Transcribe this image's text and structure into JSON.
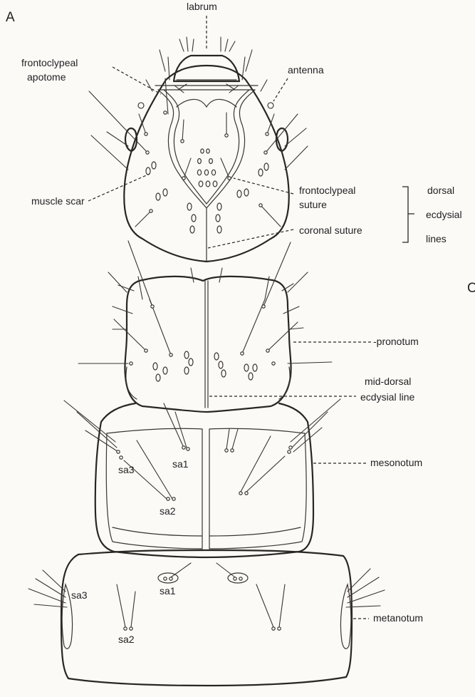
{
  "panel_letter": "A",
  "edge_letter": "C",
  "labels": {
    "labrum": "labrum",
    "frontoclypeal_apotome_1": "frontoclypeal",
    "frontoclypeal_apotome_2": "apotome",
    "antenna": "antenna",
    "frontoclypeal_suture_1": "frontoclypeal",
    "frontoclypeal_suture_2": "suture",
    "muscle_scar": "muscle scar",
    "coronal_suture": "coronal suture",
    "dorsal": "dorsal",
    "ecdysial": "ecdysial",
    "lines": "lines",
    "pronotum": "-pronotum",
    "mid_dorsal_1": "mid-dorsal",
    "mid_dorsal_2": "ecdysial line",
    "mesonotum": "mesonotum",
    "metanotum": "metanotum"
  },
  "setal_areas": {
    "meso_sa3": "sa3",
    "meso_sa1": "sa1",
    "meso_sa2": "sa2",
    "meta_sa3": "sa3",
    "meta_sa1": "sa1",
    "meta_sa2": "sa2"
  }
}
